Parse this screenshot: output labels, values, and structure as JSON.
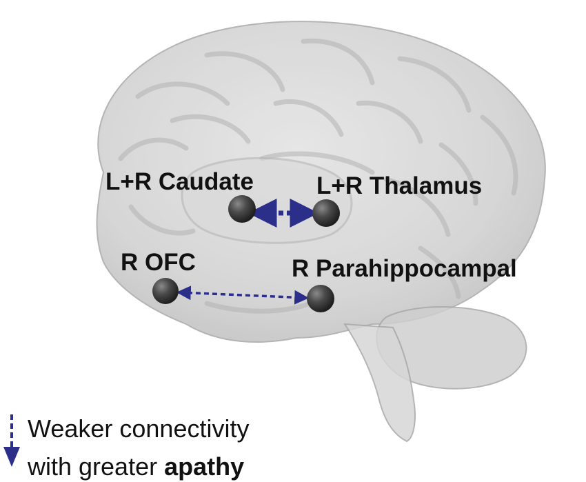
{
  "regions": [
    {
      "id": "caudate",
      "label": "L+R Caudate"
    },
    {
      "id": "thalamus",
      "label": "L+R Thalamus"
    },
    {
      "id": "ofc",
      "label": "R OFC"
    },
    {
      "id": "parahippocampal",
      "label": "R Parahippocampal"
    }
  ],
  "connections": [
    {
      "from": "L+R Caudate",
      "to": "L+R Thalamus",
      "style": "dashed",
      "direction": "bidirectional"
    },
    {
      "from": "R OFC",
      "to": "R Parahippocampal",
      "style": "dashed",
      "direction": "bidirectional"
    }
  ],
  "legend": {
    "line1": "Weaker connectivity",
    "line2_prefix": "with greater ",
    "line2_bold": "apathy"
  },
  "colors": {
    "arrow": "#2b2f8a",
    "node": "#3a3a3a",
    "brain": "#c9c9c9",
    "text": "#111111"
  }
}
